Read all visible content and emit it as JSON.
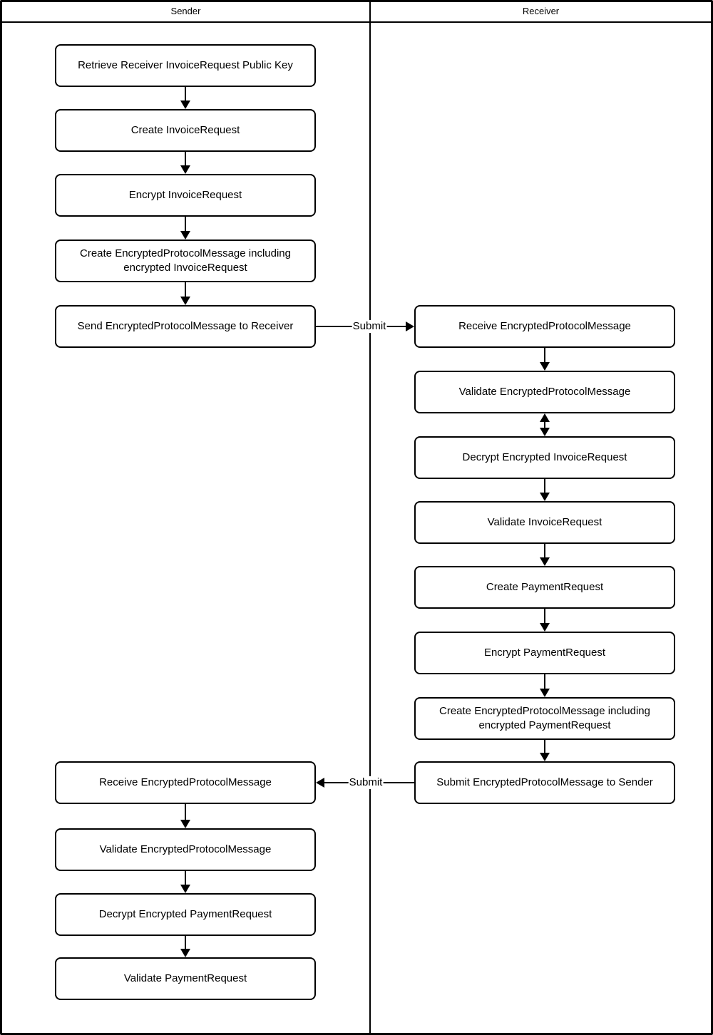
{
  "diagram": {
    "lanes": [
      {
        "label": "Sender"
      },
      {
        "label": "Receiver"
      }
    ],
    "nodes": {
      "s1": "Retrieve Receiver InvoiceRequest Public Key",
      "s2": "Create InvoiceRequest",
      "s3": "Encrypt InvoiceRequest",
      "s4": "Create EncryptedProtocolMessage including encrypted InvoiceRequest",
      "s5": "Send EncryptedProtocolMessage to Receiver",
      "r1": "Receive EncryptedProtocolMessage",
      "r2": "Validate EncryptedProtocolMessage",
      "r3": "Decrypt Encrypted InvoiceRequest",
      "r4": "Validate InvoiceRequest",
      "r5": "Create PaymentRequest",
      "r6": "Encrypt PaymentRequest",
      "r7": "Create EncryptedProtocolMessage including encrypted PaymentRequest",
      "r8": "Submit EncryptedProtocolMessage to Sender",
      "s6": "Receive EncryptedProtocolMessage",
      "s7": "Validate EncryptedProtocolMessage",
      "s8": "Decrypt Encrypted PaymentRequest",
      "s9": "Validate PaymentRequest"
    },
    "edge_labels": {
      "submit_to_receiver": "Submit",
      "submit_to_sender": "Submit"
    },
    "colors": {
      "line": "#000000",
      "background": "#ffffff",
      "text": "#000000"
    }
  }
}
